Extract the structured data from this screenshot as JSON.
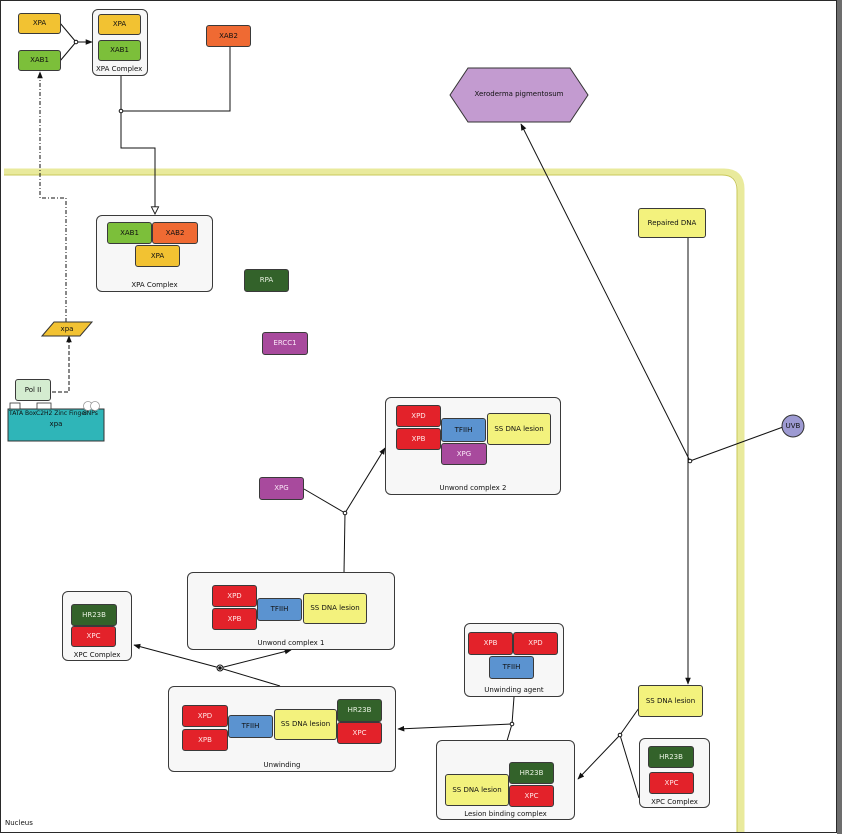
{
  "nodes": {
    "xpa_top": "XPA",
    "xab1_top": "XAB1",
    "xpa_in_complex_top": "XPA",
    "xab1_in_complex_top": "XAB1",
    "xab2_top": "XAB2",
    "xp_disease": "Xeroderma pigmentosum",
    "xab1_mid": "XAB1",
    "xab2_mid": "XAB2",
    "xpa_mid": "XPA",
    "rpa": "RPA",
    "ercc1": "ERCC1",
    "xpa_rna": "xpa",
    "pol2": "Pol II",
    "gene_label": "xpa",
    "tata": "TATA Box",
    "c2h2": "C2H2 Zinc Finger",
    "snps": "SNPs",
    "repaired_dna": "Repaired DNA",
    "uvb": "UVB",
    "xpd_uw2": "XPD",
    "xpb_uw2": "XPB",
    "tfiih_uw2": "TFIIH",
    "ssdna_uw2": "SS DNA lesion",
    "xpg_uw2": "XPG",
    "xpg": "XPG",
    "hr23b_left": "HR23B",
    "xpc_left": "XPC",
    "xpd_uw1": "XPD",
    "xpb_uw1": "XPB",
    "tfiih_uw1": "TFIIH",
    "ssdna_uw1": "SS DNA lesion",
    "xpb_agent": "XPB",
    "xpd_agent": "XPD",
    "tfiih_agent": "TFIIH",
    "xpd_unw": "XPD",
    "xpb_unw": "XPB",
    "tfiih_unw": "TFIIH",
    "ssdna_unw": "SS DNA lesion",
    "hr23b_unw": "HR23B",
    "xpc_unw": "XPC",
    "ssdna_right": "SS DNA lesion",
    "ssdna_lbc": "SS DNA lesion",
    "hr23b_lbc": "HR23B",
    "xpc_lbc": "XPC",
    "hr23b_right": "HR23B",
    "xpc_right": "XPC"
  },
  "complexes": {
    "xpa_top": "XPA Complex",
    "xpa_mid": "XPA Complex",
    "unwound2": "Unwond complex 2",
    "xpc_left": "XPC Complex",
    "unwound1": "Unwond complex 1",
    "unwinding_agent": "Unwinding agent",
    "unwinding": "Unwinding",
    "lesion_binding": "Lesion binding complex",
    "xpc_right": "XPC Complex"
  },
  "compartment": {
    "label": "Nucleus",
    "color": "#e9ea9c"
  },
  "colors": {
    "xpa": "#f2c232",
    "xab1": "#7cbf3a",
    "xab2": "#ef6a33",
    "green_dark": "#33622a",
    "red": "#e3222a",
    "blue": "#5b93d0",
    "purple": "#a84a9d",
    "light_yellow": "#f3f27d",
    "disease": "#c39bd0",
    "uvb": "#9d9ad2",
    "gene": "#2fb5b8"
  }
}
